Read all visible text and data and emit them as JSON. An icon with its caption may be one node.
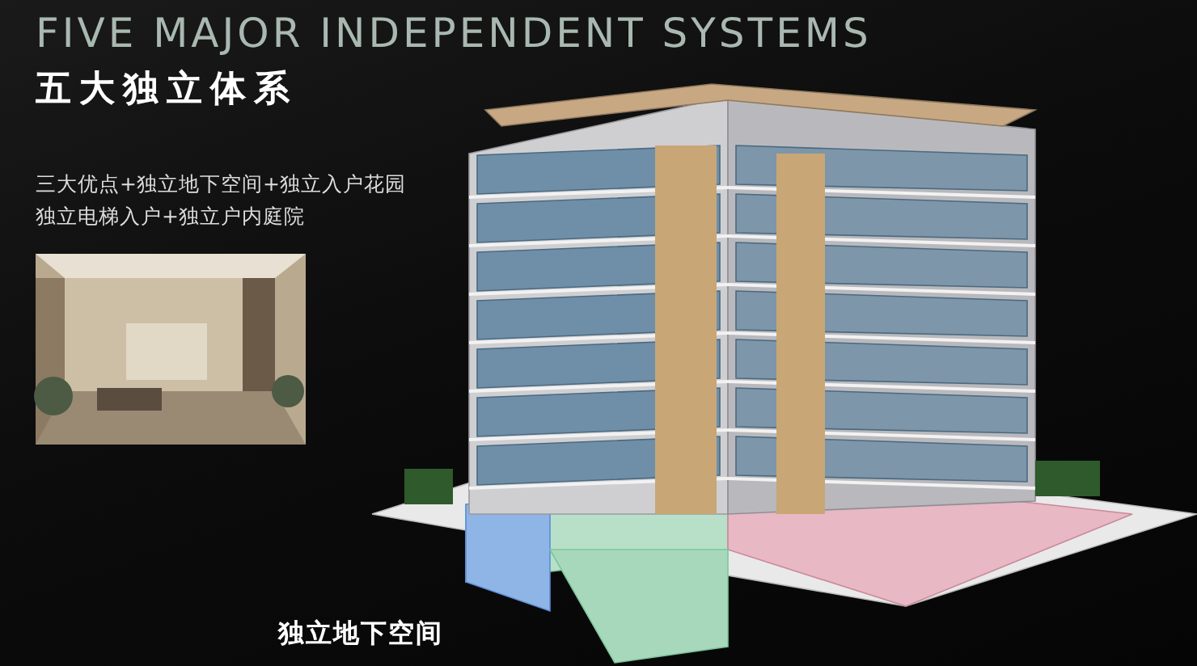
{
  "diagram": {
    "title": "FIVE MAJOR INDEPENDENT SYSTEMS",
    "labels": [
      "五大独立体系",
      "三大优点+独立地下空间+独立入户花园独立电梯入户+独立户内庭院",
      "独立地下空间"
    ]
  }
}
